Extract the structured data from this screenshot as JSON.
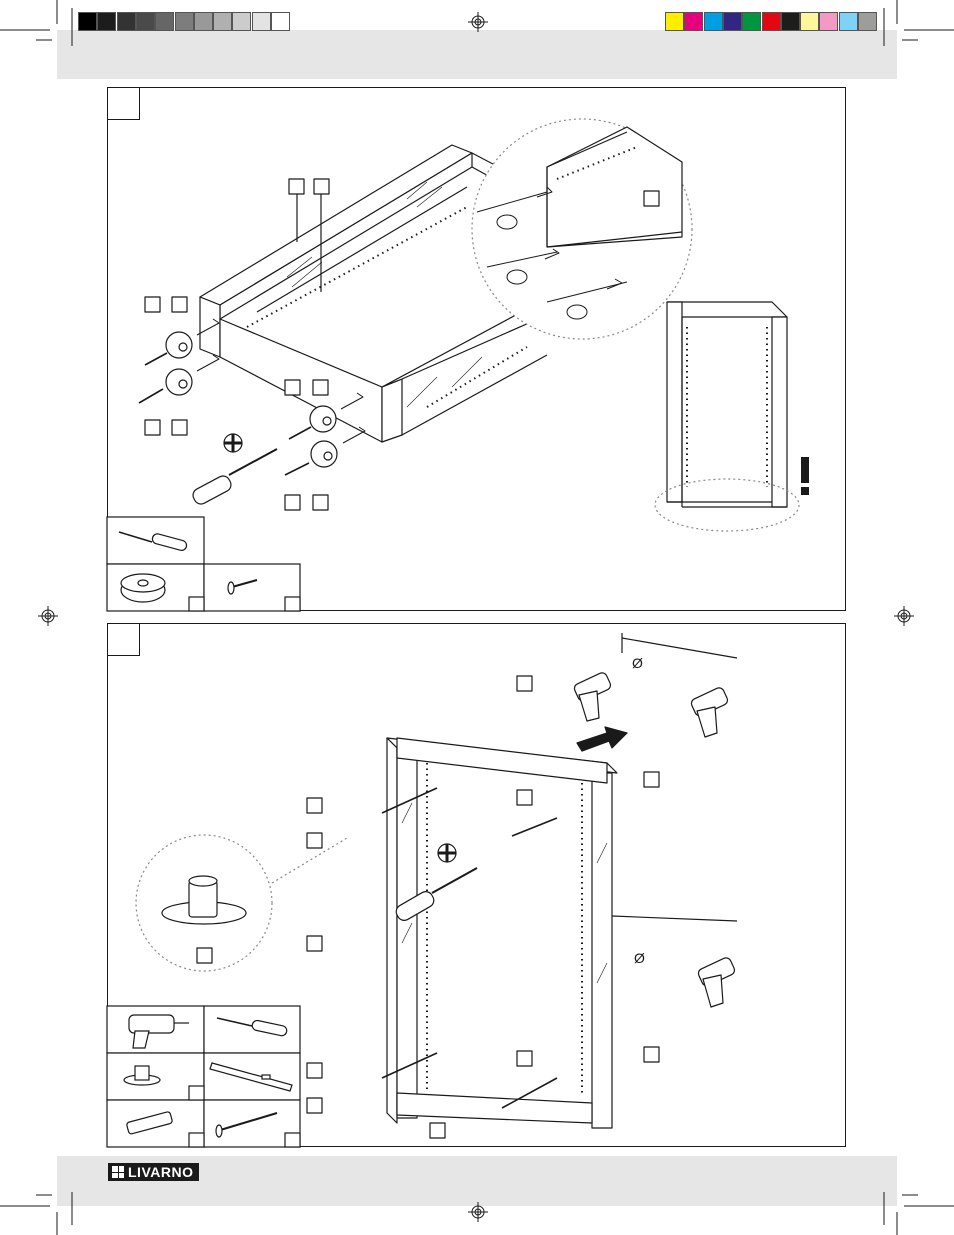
{
  "brand": {
    "logo_text": "LIVARNO"
  },
  "color_bar": {
    "gray_steps": [
      "#000000",
      "#1c1c1c",
      "#333333",
      "#4a4a4a",
      "#666666",
      "#7d7d7d",
      "#999999",
      "#b0b0b0",
      "#cccccc",
      "#e3e3e3",
      "#ffffff"
    ],
    "process_colors": [
      "#ffed00",
      "#e6007e",
      "#009fe3",
      "#312783",
      "#00963f",
      "#e30613",
      "#1d1d1b",
      "#fff59b",
      "#f39ac4",
      "#7fd1f5",
      "#9d9d9c"
    ]
  },
  "steps": [
    {
      "id": "step-1",
      "number": ""
    },
    {
      "id": "step-2",
      "number": ""
    }
  ],
  "symbols": {
    "warning": "!",
    "diameter": "Ø"
  },
  "icons": {
    "registration": "registration-mark-icon",
    "screwdriver": "phillips-screwdriver-icon",
    "drill": "power-drill-icon",
    "level": "spirit-level-icon",
    "foot": "round-foot-icon",
    "wall_plug": "wall-plug-icon",
    "screw": "screw-icon"
  }
}
